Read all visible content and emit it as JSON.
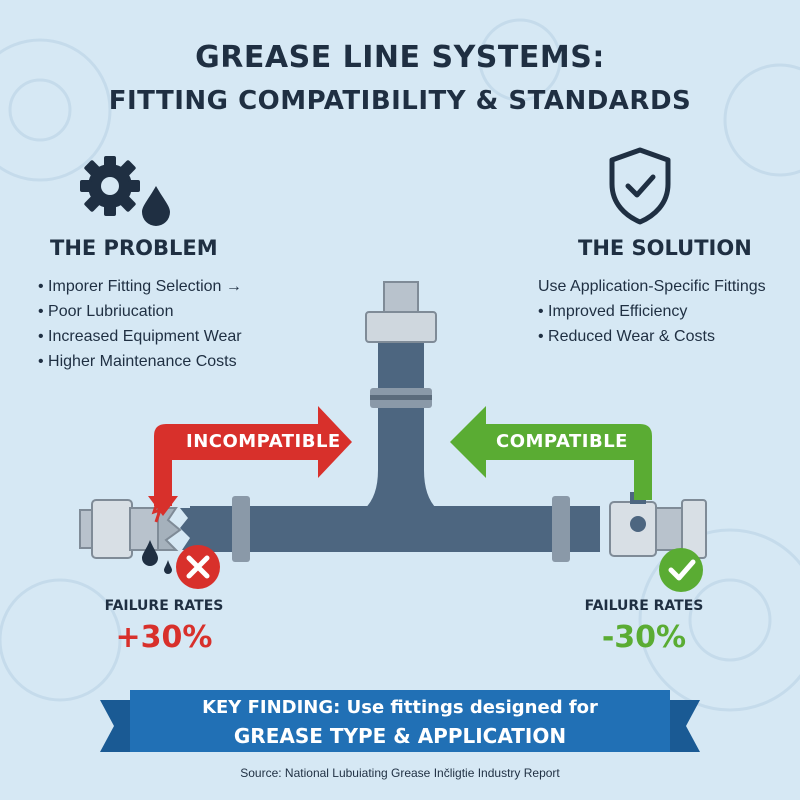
{
  "title": {
    "line1": "GREASE LINE SYSTEMS:",
    "line2": "FITTING COMPATIBILITY & STANDARDS"
  },
  "problem": {
    "icon": "gear-with-oil-drop-icon",
    "heading": "THE PROBLEM",
    "items": [
      "• Imporer Fitting Selection →",
      "• Poor Lubriucation",
      "• Increased Equipment Wear",
      "• Higher Maintenance Costs"
    ]
  },
  "solution": {
    "icon": "shield-check-icon",
    "heading": "THE SOLUTION",
    "lead": "Use Application-Specific Fittings",
    "items": [
      "• Improved Efficiency",
      "• Reduced Wear & Costs"
    ]
  },
  "diagram": {
    "incompatible_label": "INCOMPATIBLE",
    "compatible_label": "COMPATIBLE",
    "left_status_icon": "x-circle-icon",
    "right_status_icon": "check-circle-icon"
  },
  "failure": {
    "left_label": "FAILURE RATES",
    "left_value": "+30%",
    "right_label": "FAILURE RATES",
    "right_value": "-30%"
  },
  "key_finding": {
    "line1": "KEY FINDING: Use fittings designed for",
    "line2": "GREASE TYPE & APPLICATION"
  },
  "source": "Source: National Lubuiating Grease Inčligtie Industry Report",
  "colors": {
    "background": "#d6e8f4",
    "text": "#1f2f42",
    "red": "#d8302b",
    "green": "#5aac33",
    "pipe": "#4d6680",
    "banner": "#2170b5"
  }
}
